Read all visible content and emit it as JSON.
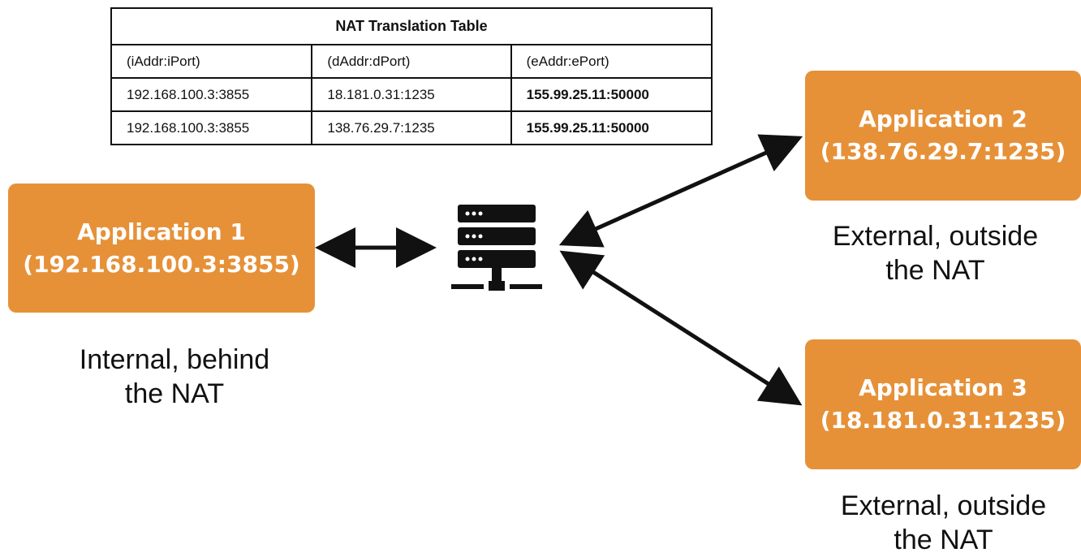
{
  "nat_table": {
    "title": "NAT Translation Table",
    "headers": [
      "(iAddr:iPort)",
      "(dAddr:dPort)",
      "(eAddr:ePort)"
    ],
    "rows": [
      [
        "192.168.100.3:3855",
        "18.181.0.31:1235",
        "155.99.25.11:50000"
      ],
      [
        "192.168.100.3:3855",
        "138.76.29.7:1235",
        "155.99.25.11:50000"
      ]
    ]
  },
  "applications": {
    "app1": {
      "name": "Application 1",
      "address": "(192.168.100.3:3855)"
    },
    "app2": {
      "name": "Application 2",
      "address": "(138.76.29.7:1235)"
    },
    "app3": {
      "name": "Application 3",
      "address": "(18.181.0.31:1235)"
    }
  },
  "captions": {
    "app1": {
      "line1": "Internal, behind",
      "line2": "the NAT"
    },
    "app2": {
      "line1": "External, outside",
      "line2": "the NAT"
    },
    "app3": {
      "line1": "External, outside",
      "line2": "the NAT"
    }
  },
  "colors": {
    "app_box": "#e69138",
    "app_text": "#ffffff",
    "lines": "#111111"
  },
  "icons": {
    "nat_device": "server-icon"
  }
}
